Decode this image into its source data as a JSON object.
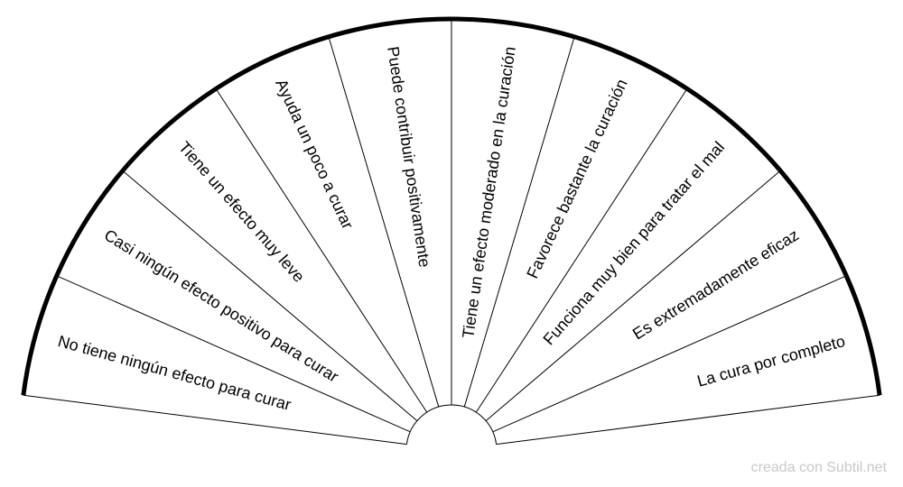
{
  "chart": {
    "sectors": [
      "No tiene ningún efecto para curar",
      "Casi ningún efecto positivo para curar",
      "Tiene un efecto muy leve",
      "Ayuda un poco a curar",
      "Puede contribuir positivamente",
      "Tiene un efecto moderado en la curación",
      "Favorece bastante la curación",
      "Funciona muy bien para tratar el mal",
      "Es extremadamente eficaz",
      "La cura por completo"
    ]
  },
  "watermark": "creada con Subtil.net",
  "colors": {
    "line": "#000000",
    "watermark": "#c8c8c8"
  }
}
